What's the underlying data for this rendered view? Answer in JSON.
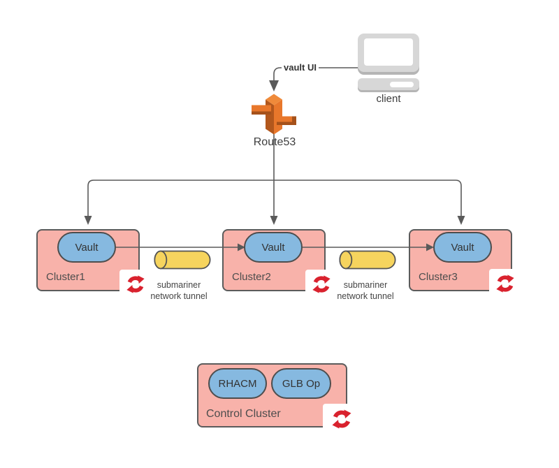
{
  "client": {
    "label": "client"
  },
  "edge": {
    "label": "vault UI"
  },
  "route53": {
    "label": "Route53"
  },
  "clusters": [
    {
      "label": "Cluster1",
      "node": "Vault"
    },
    {
      "label": "Cluster2",
      "node": "Vault"
    },
    {
      "label": "Cluster3",
      "node": "Vault"
    }
  ],
  "tunnels": [
    {
      "line1": "submariner",
      "line2": "network tunnel"
    },
    {
      "line1": "submariner",
      "line2": "network tunnel"
    }
  ],
  "control_cluster": {
    "label": "Control Cluster",
    "nodes": [
      {
        "label": "RHACM"
      },
      {
        "label": "GLB Op"
      }
    ]
  },
  "icons": {
    "client": "computer-icon",
    "route53": "route53-signpost-icon",
    "cluster_badge": "openshift-sync-icon",
    "tunnel": "cylinder-icon"
  },
  "colors": {
    "cluster_fill": "#F8B2AA",
    "cluster_border": "#5B5B5B",
    "node_fill": "#86B9E0",
    "node_border": "#4D4D4D",
    "tunnel_fill": "#F6D45E",
    "connector": "#5A5A5A",
    "openshift_red": "#D9222E",
    "route53_orange": "#E8772B",
    "route53_dark": "#B2571C",
    "client_gray": "#D7D7D7"
  }
}
